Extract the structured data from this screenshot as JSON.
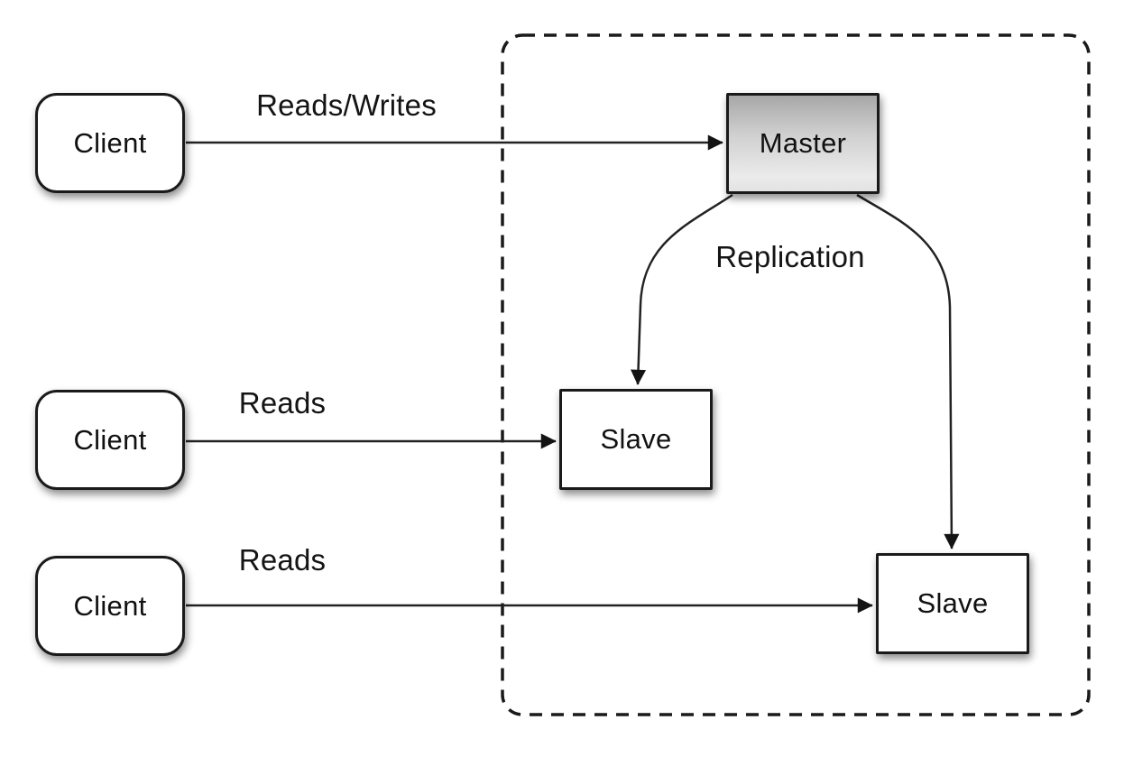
{
  "colors": {
    "background": "#ffffff",
    "stroke": "#1a1a1a",
    "node_fill": "#ffffff",
    "master_gradient_top": "#a7a7a7",
    "master_gradient_bottom": "#ebebeb",
    "text": "#111111"
  },
  "nodes": {
    "client1": {
      "label": "Client"
    },
    "client2": {
      "label": "Client"
    },
    "client3": {
      "label": "Client"
    },
    "master": {
      "label": "Master"
    },
    "slave1": {
      "label": "Slave"
    },
    "slave2": {
      "label": "Slave"
    }
  },
  "edges": {
    "client1_master": {
      "label": "Reads/Writes"
    },
    "client2_slave1": {
      "label": "Reads"
    },
    "client3_slave2": {
      "label": "Reads"
    },
    "replication": {
      "label": "Replication"
    }
  }
}
